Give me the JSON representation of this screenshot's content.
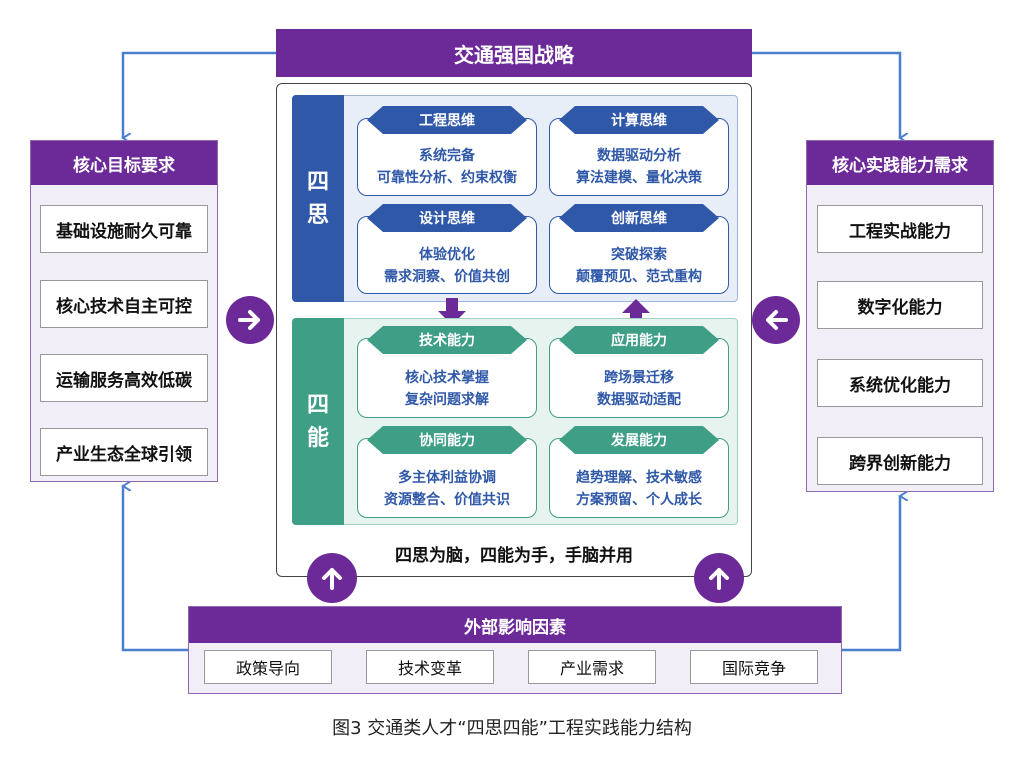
{
  "top_title": "交通强国战略",
  "left_panel": {
    "header": "核心目标要求",
    "items": [
      "基础设施耐久可靠",
      "核心技术自主可控",
      "运输服务高效低碳",
      "产业生态全球引领"
    ]
  },
  "right_panel": {
    "header": "核心实践能力需求",
    "items": [
      "工程实战能力",
      "数字化能力",
      "系统优化能力",
      "跨界创新能力"
    ]
  },
  "si_group": {
    "label": [
      "四",
      "思"
    ],
    "cards": [
      {
        "title": "工程思维",
        "lines": [
          "系统完备",
          "可靠性分析、约束权衡"
        ]
      },
      {
        "title": "计算思维",
        "lines": [
          "数据驱动分析",
          "算法建模、量化决策"
        ]
      },
      {
        "title": "设计思维",
        "lines": [
          "体验优化",
          "需求洞察、价值共创"
        ]
      },
      {
        "title": "创新思维",
        "lines": [
          "突破探索",
          "颠覆预见、范式重构"
        ]
      }
    ]
  },
  "neng_group": {
    "label": [
      "四",
      "能"
    ],
    "cards": [
      {
        "title": "技术能力",
        "lines": [
          "核心技术掌握",
          "复杂问题求解"
        ]
      },
      {
        "title": "应用能力",
        "lines": [
          "跨场景迁移",
          "数据驱动适配"
        ]
      },
      {
        "title": "协同能力",
        "lines": [
          "多主体利益协调",
          "资源整合、价值共识"
        ]
      },
      {
        "title": "发展能力",
        "lines": [
          "趋势理解、技术敏感",
          "方案预留、个人成长"
        ]
      }
    ]
  },
  "slogan": "四思为脑，四能为手，手脑并用",
  "external": {
    "header": "外部影响因素",
    "items": [
      "政策导向",
      "技术变革",
      "产业需求",
      "国际竞争"
    ]
  },
  "caption": "图3 交通类人才“四思四能”工程实践能力结构",
  "colors": {
    "purple": "#6c2a98",
    "blue": "#2f58a8",
    "green": "#3f9e86",
    "si_bg": "#e8eef8",
    "neng_bg": "#e6f3ef",
    "connector": "#4a7fcf"
  }
}
